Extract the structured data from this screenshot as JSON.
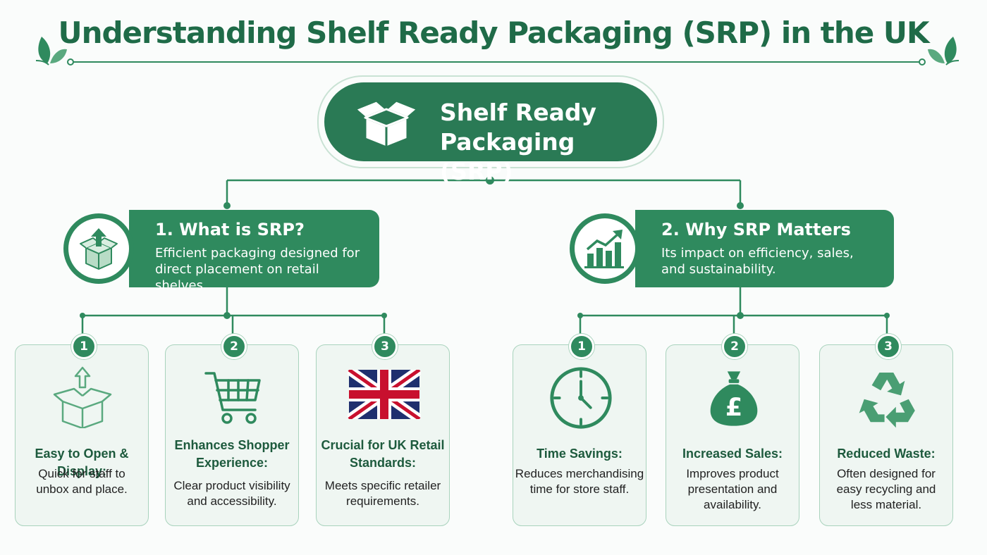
{
  "title": "Understanding Shelf Ready Packaging (SRP) in the UK",
  "central": {
    "line1": "Shelf Ready",
    "line2": "Packaging (SRP)",
    "icon": "open-box-icon"
  },
  "sections": [
    {
      "heading": "1. What is SRP?",
      "desc_line1": "Efficient packaging designed for",
      "desc_line2": "direct placement on retail shelves.",
      "icon": "box-upload-icon",
      "cards": [
        {
          "number": "1",
          "icon": "open-box-arrow-icon",
          "title_line1": "Easy to Open & Display:",
          "title_line2": "",
          "text_line1": "Quick for staff to",
          "text_line2": "unbox and place.",
          "text_line3": ""
        },
        {
          "number": "2",
          "icon": "shopping-cart-icon",
          "title_line1": "Enhances Shopper",
          "title_line2": "Experience:",
          "text_line1": "Clear product visibility",
          "text_line2": "and accessibility.",
          "text_line3": ""
        },
        {
          "number": "3",
          "icon": "uk-flag-icon",
          "title_line1": "Crucial for UK Retail",
          "title_line2": "Standards:",
          "text_line1": "Meets specific retailer",
          "text_line2": "requirements.",
          "text_line3": ""
        }
      ]
    },
    {
      "heading": "2. Why SRP Matters",
      "desc_line1": "Its impact on efficiency, sales,",
      "desc_line2": "and sustainability.",
      "icon": "growth-chart-icon",
      "cards": [
        {
          "number": "1",
          "icon": "clock-icon",
          "title_line1": "Time Savings:",
          "title_line2": "",
          "text_line1": "Reduces merchandising",
          "text_line2": "time for store staff.",
          "text_line3": ""
        },
        {
          "number": "2",
          "icon": "pound-money-bag-icon",
          "title_line1": "Increased Sales:",
          "title_line2": "",
          "text_line1": "Improves product",
          "text_line2": "presentation and",
          "text_line3": "availability."
        },
        {
          "number": "3",
          "icon": "recycle-icon",
          "title_line1": "Reduced Waste:",
          "title_line2": "",
          "text_line1": "Often designed for",
          "text_line2": "easy recycling and",
          "text_line3": "less material."
        }
      ]
    }
  ],
  "colors": {
    "primary": "#2f8a5e",
    "dark": "#1f6b48",
    "card_bg": "#eff6f2",
    "card_border": "#a9d3bd"
  }
}
